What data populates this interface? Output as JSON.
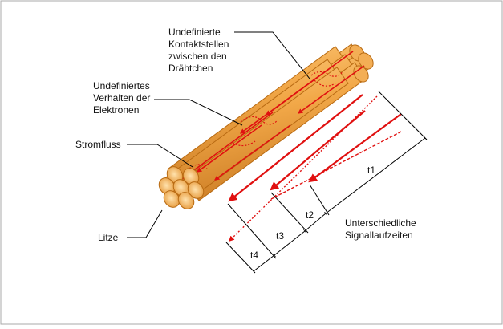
{
  "labels": {
    "contact_line1": "Undefinierte",
    "contact_line2": "Kontaktstellen",
    "contact_line3": "zwischen den",
    "contact_line4": "Drähtchen",
    "electron_line1": "Undefiniertes",
    "electron_line2": "Verhalten der",
    "electron_line3": "Elektronen",
    "current": "Stromfluss",
    "strand": "Litze",
    "signal_line1": "Unterschiedliche",
    "signal_line2": "Signallaufzeiten"
  },
  "times": {
    "t1": "t1",
    "t2": "t2",
    "t3": "t3",
    "t4": "t4"
  },
  "colors": {
    "wire_fill": "#f0a040",
    "wire_highlight": "#ffcf80",
    "wire_edge": "#b86a12",
    "arrow": "#e01010",
    "frame_border": "#aaaaaa"
  }
}
